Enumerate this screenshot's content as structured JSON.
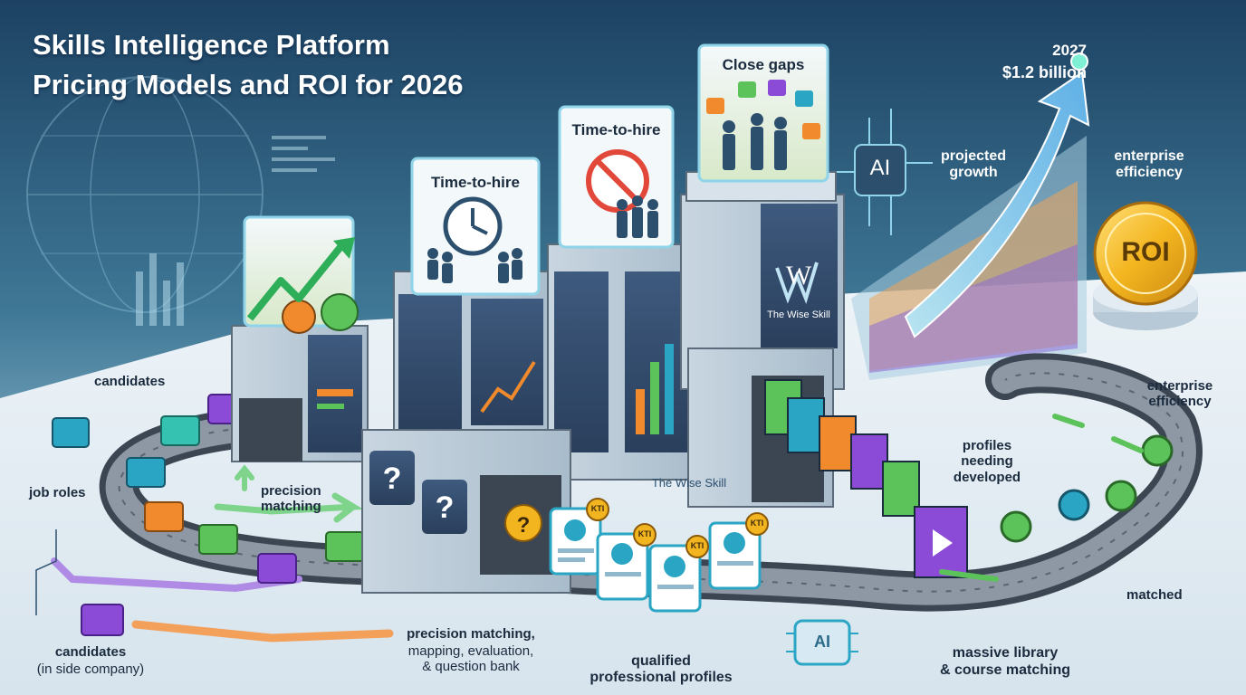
{
  "header": {
    "title_line1": "Skills Intelligence Platform",
    "title_line2": "Pricing Models and ROI for 2026"
  },
  "panels": {
    "time_to_hire_1": "Time-to-hire",
    "time_to_hire_2": "Time-to-hire",
    "close_gaps": "Close gaps"
  },
  "growth": {
    "year": "2027",
    "amount": "$1.2 billion",
    "projected": "projected growth",
    "efficiency_top": "enterprise efficiency",
    "roi": "ROI",
    "ai": "AI"
  },
  "brand": {
    "logo_letter": "W",
    "name_tower": "The Wise Skill",
    "name_front": "The Wise Skill"
  },
  "labels": {
    "candidates": "candidates",
    "job_roles": "job roles",
    "precision_matching": "precision matching",
    "candidates_inside_line1": "candidates",
    "candidates_inside_line2": "(in side company)",
    "precision_long_line1": "precision matching,",
    "precision_long_line2": "mapping, evaluation,",
    "precision_long_line3": "& question bank",
    "qualified_line1": "qualified",
    "qualified_line2": "professional profiles",
    "profiles_needing": "profiles needing developed",
    "massive_line1": "massive library",
    "massive_line2": "& course matching",
    "enterprise_efficiency": "enterprise efficiency",
    "matched": "matched",
    "chip_ai": "AI"
  },
  "profile_badges": [
    "KTI",
    "KTI",
    "KTI",
    "KTI"
  ],
  "icons": [
    "money-bag-icon",
    "growth-arrow-icon",
    "clock-icon",
    "no-clock-icon",
    "people-icon",
    "puzzle-icon",
    "question-icon",
    "profile-card-icon",
    "video-card-icon",
    "award-badge-icon",
    "ai-chip-icon",
    "roi-coin-icon",
    "globe-icon"
  ],
  "colors": {
    "sky_top": "#1f4766",
    "sky_mid": "#4f86a3",
    "floor": "#e6eef4",
    "belt": "#3c4652",
    "accent_green": "#2fae5a",
    "accent_orange": "#f08a2c",
    "accent_purple": "#8b4bd6",
    "accent_teal": "#2bbcc6",
    "coin": "#f0b323"
  }
}
